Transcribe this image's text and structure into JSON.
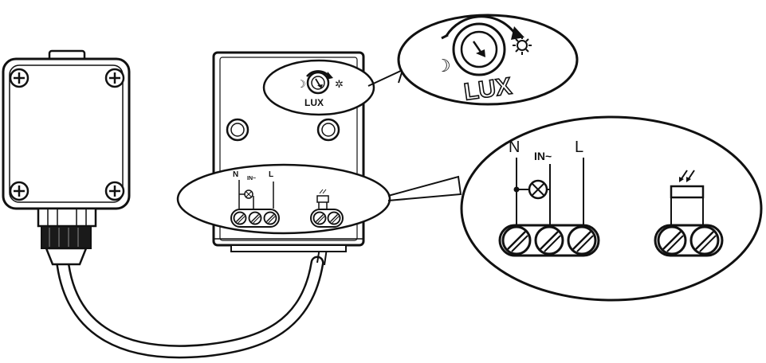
{
  "control": {
    "label": "LUX"
  },
  "terminals": {
    "neutral": "N",
    "input": "IN~",
    "live": "L"
  },
  "icons": {
    "dial": "knob-arrow-icon",
    "night": "moon-icon",
    "day": "sun-icon",
    "lamp": "lamp-icon",
    "sensor": "light-sensor-icon",
    "screw": "screw-icon"
  },
  "colors": {
    "line": "#111111",
    "fill": "#ffffff"
  }
}
